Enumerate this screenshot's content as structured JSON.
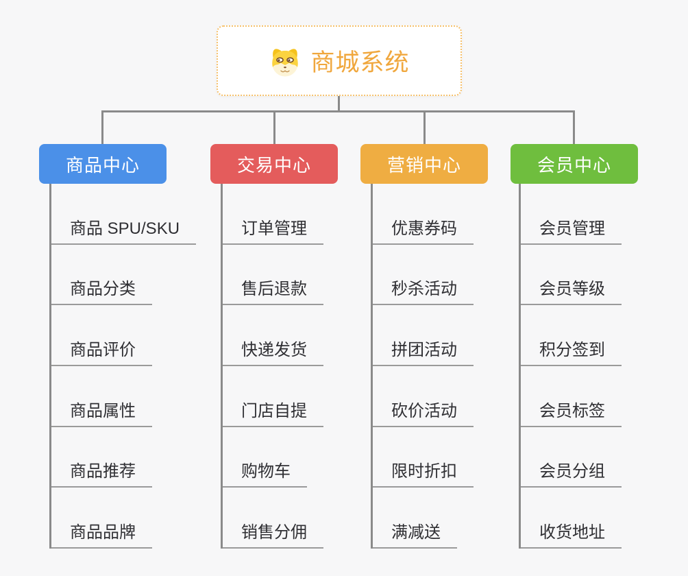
{
  "diagram": {
    "root": {
      "title": "商城系统",
      "icon": "dog-face-icon"
    },
    "branches": [
      {
        "label": "商品中心",
        "color": "#4b90e8",
        "children": [
          "商品 SPU/SKU",
          "商品分类",
          "商品评价",
          "商品属性",
          "商品推荐",
          "商品品牌"
        ]
      },
      {
        "label": "交易中心",
        "color": "#e45c5c",
        "children": [
          "订单管理",
          "售后退款",
          "快递发货",
          "门店自提",
          "购物车",
          "销售分佣"
        ]
      },
      {
        "label": "营销中心",
        "color": "#efad42",
        "children": [
          "优惠券码",
          "秒杀活动",
          "拼团活动",
          "砍价活动",
          "限时折扣",
          "满减送"
        ]
      },
      {
        "label": "会员中心",
        "color": "#6fbe3e",
        "children": [
          "会员管理",
          "会员等级",
          "积分签到",
          "会员标签",
          "会员分组",
          "收货地址"
        ]
      }
    ],
    "colors": {
      "background": "#f7f7f8",
      "root_border": "#f6c06a",
      "root_text": "#f0a73d",
      "connector": "#8a8a8a",
      "leaf_underline": "#9a9a9a",
      "leaf_text": "#2f2f33",
      "branch_text": "#ffffff"
    }
  }
}
